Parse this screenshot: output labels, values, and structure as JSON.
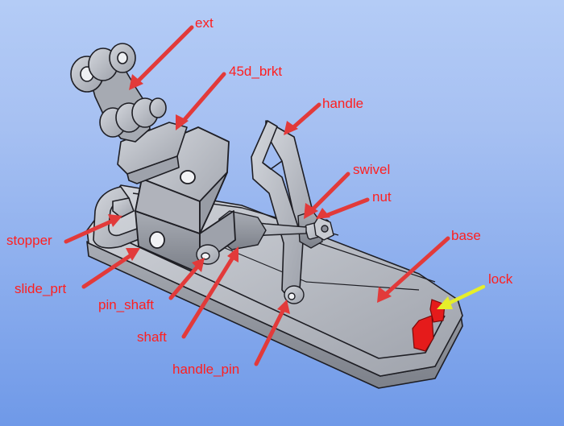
{
  "labels": {
    "ext": "ext",
    "brkt_45d": "45d_brkt",
    "handle": "handle",
    "swivel": "swivel",
    "nut": "nut",
    "base": "base",
    "lock": "lock",
    "stopper": "stopper",
    "slide_prt": "slide_prt",
    "pin_shaft": "pin_shaft",
    "shaft": "shaft",
    "handle_pin": "handle_pin"
  },
  "colors": {
    "background_top": "#b4ccf6",
    "background_bottom": "#6f99e8",
    "part_fill": "#b9bcc4",
    "part_stroke": "#1e1e24",
    "label_text": "#ff1f1f",
    "arrow": "#e23a3a",
    "lock_arrow": "#e6ee2a",
    "lock_part": "#e51b1b"
  }
}
